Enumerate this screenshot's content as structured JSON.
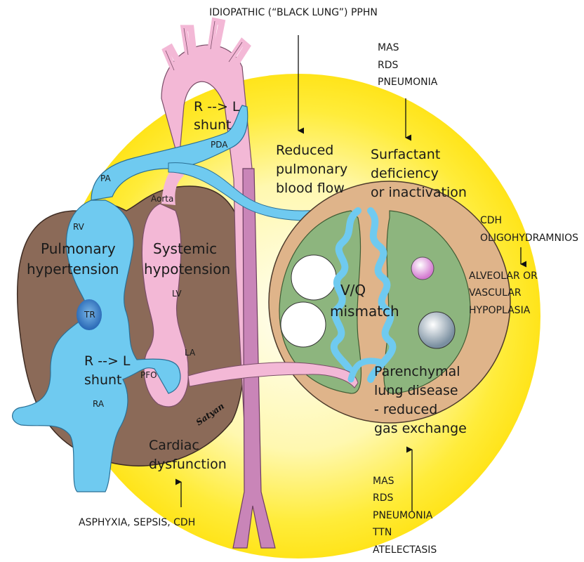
{
  "title": "IDIOPATHIC (“BLACK LUNG”) PPHN",
  "causes_top_right": [
    "MAS",
    "RDS",
    "PNEUMONIA"
  ],
  "causes_right": [
    "CDH",
    "OLIGOHYDRAMNIOS"
  ],
  "causes_bottom_right": [
    "MAS",
    "RDS",
    "PNEUMONIA",
    "TTN",
    "ATELECTASIS"
  ],
  "causes_bottom_left": "ASPHYXIA, SEPSIS, CDH",
  "effects": {
    "reduced_flow": [
      "Reduced",
      "pulmonary",
      "blood flow"
    ],
    "surfactant": [
      "Surfactant",
      "deficiency",
      "or inactivation"
    ],
    "hypoplasia": [
      "ALVEOLAR OR",
      "VASCULAR",
      "HYPOPLASIA"
    ],
    "parenchymal": [
      "Parenchymal",
      "lung disease",
      "- reduced",
      "gas exchange"
    ],
    "cardiac": [
      "Cardiac",
      "dysfunction"
    ],
    "pulm_htn": [
      "Pulmonary",
      "hypertension"
    ],
    "sys_hypo": [
      "Systemic",
      "hypotension"
    ],
    "vq": [
      "V/Q",
      "mismatch"
    ],
    "shunt_top": [
      "R --> L",
      "shunt"
    ],
    "shunt_bottom": [
      "R --> L",
      "shunt"
    ]
  },
  "anatomy": {
    "pda": "PDA",
    "pa": "PA",
    "aorta": "Aorta",
    "rv": "RV",
    "lv": "LV",
    "la": "LA",
    "tr": "TR",
    "pfo": "PFO",
    "ra": "RA"
  },
  "signature": "Satyan",
  "colors": {
    "glow_center": "#fffde8",
    "glow_edge": "#ffe81a",
    "heart_brown": "#8b6a58",
    "pink": "#f3b8d6",
    "blue": "#6fcaf0",
    "lung_green": "#8db57e",
    "lung_tan": "#dfb48a",
    "vessel_purple": "#c985b8"
  }
}
